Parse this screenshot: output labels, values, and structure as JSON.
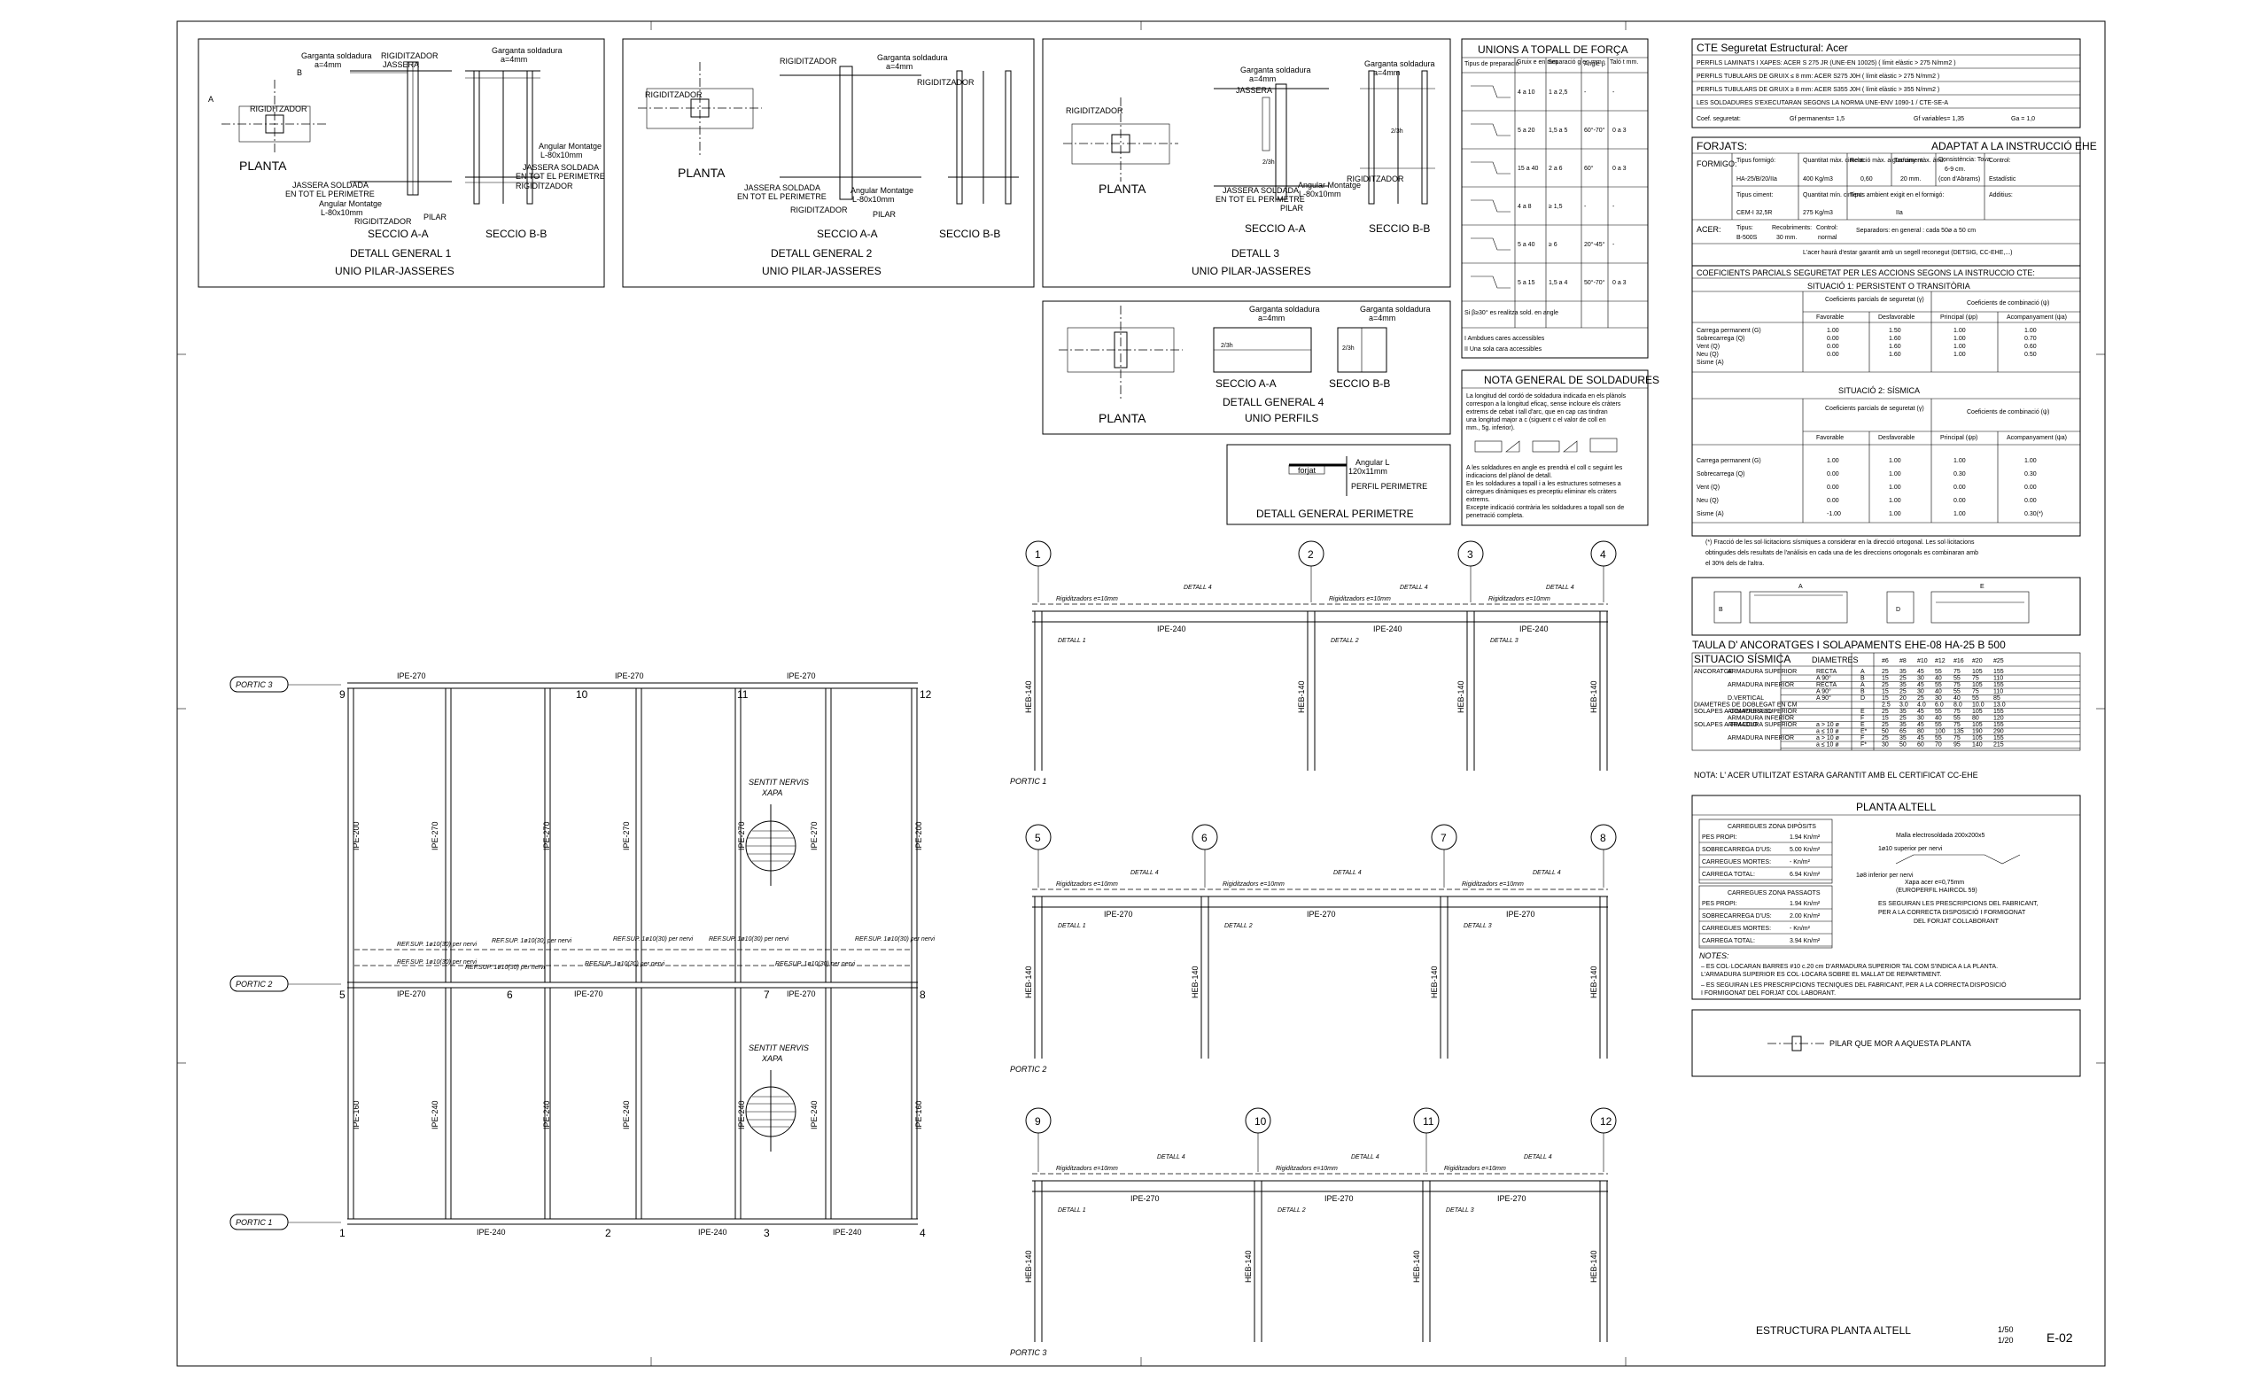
{
  "sheet": {
    "title": "ESTRUCTURA PLANTA ALTELL",
    "scale_1": "1/50",
    "scale_2": "1/20",
    "code": "E-02"
  },
  "details": {
    "d1": {
      "title": "DETALL GENERAL 1",
      "subtitle": "UNIO PILAR-JASSERES",
      "planta": "PLANTA",
      "sec_a": "SECCIO A-A",
      "sec_b": "SECCIO B-B",
      "notes": [
        "Garganta soldadura",
        "a=4mm",
        "RIGIDITZADOR",
        "JASSERA",
        "JASSERA SOLDADA",
        "EN TOT EL PERIMETRE",
        "Angular Montatge",
        "L-80x10mm",
        "PILAR"
      ]
    },
    "d2": {
      "title": "DETALL GENERAL 2",
      "subtitle": "UNIO PILAR-JASSERES",
      "planta": "PLANTA",
      "sec_a": "SECCIO A-A",
      "sec_b": "SECCIO B-B"
    },
    "d3": {
      "title": "DETALL 3",
      "subtitle": "UNIO PILAR-JASSERES",
      "planta": "PLANTA",
      "sec_a": "SECCIO A-A",
      "sec_b": "SECCIO B-B"
    },
    "d4": {
      "title": "DETALL GENERAL 4",
      "subtitle": "UNIO PERFILS",
      "planta": "PLANTA",
      "sec_a": "SECCIO A-A",
      "sec_b": "SECCIO B-B"
    },
    "perimetre": {
      "title": "DETALL GENERAL PERIMETRE",
      "forjat": "forjat",
      "angular": "Angular L",
      "angular_size": "120x11mm",
      "perfil": "PERFIL PERIMETRE"
    }
  },
  "unions": {
    "title": "UNIONS A TOPALL DE FORÇA",
    "headers": [
      "Tipus de preparació",
      "Gruix e en mm.",
      "Separació g en mm.",
      "Angle β",
      "Taló t mm."
    ],
    "rows": [
      [
        "",
        "4 a 10",
        "1 a 2,5",
        "-",
        "-"
      ],
      [
        "",
        "5 a 20",
        "1,5 a 5",
        "60°-70°",
        "0 a 3"
      ],
      [
        "",
        "15 a 40",
        "2 a 6",
        "60°",
        "0 a 3"
      ],
      [
        "",
        "4 a 8",
        "≥ 1,5",
        "-",
        "-"
      ],
      [
        "",
        "5 a 40",
        "≥ 6",
        "20°-45°",
        "-"
      ],
      [
        "",
        "5 a 15",
        "1,5 a 4",
        "50°-70°",
        "0 a 3"
      ]
    ],
    "foot1": "Si β≥30° es realitza sold. en angle",
    "foot2": "I Ambdues cares accessibles",
    "foot3": "II Una sola cara accessibles"
  },
  "nota_soldadures": {
    "title": "NOTA GENERAL DE SOLDADURES",
    "lines": [
      "La longitud del cordó de soldadura indicada en els plànols",
      "correspon a la longitud eficaç, sense incloure els cràters",
      "extrems de cebat i tall d'arc, que en cap cas tindran",
      "una longitud major a c (siguent c el valor de coll en",
      "mm., 5g. inferior).",
      "A les soldadures en angle es prendrà el coll c seguint les",
      "indicacions del plànol de detall.",
      "En les soldadures a topall i a les estructures sotmeses a",
      "càrregues dinàmiques es preceptiu eliminar els cràters",
      "extrems.",
      "Excepte indicació contrària les soldadures a topall son de",
      "penetració completa."
    ]
  },
  "cte": {
    "title": "CTE Seguretat Estructural: Acer",
    "lines": [
      "PERFILS LAMINATS I XAPES: ACER S 275 JR (UNE-EN 10025) ( límit elàstic > 275 N/mm2 )",
      "PERFILS TUBULARS DE GRUIX ≤ 8 mm: ACER S275 J0H ( límit elàstic > 275 N/mm2 )",
      "PERFILS TUBULARS DE GRUIX ≥ 8 mm: ACER S355 J0H ( límit elàstic > 355 N/mm2 )",
      "LES SOLDADURES S'EXECUTARAN SEGONS LA NORMA UNE-ENV 1090-1 / CTE-SE-A"
    ],
    "coef": [
      "Coef. seguretat:",
      "Gf permanents= 1,5",
      "Gf variables= 1,35",
      "Ga = 1,0"
    ]
  },
  "forjats": {
    "title": "FORJATS:",
    "title_right": "ADAPTAT A LA INSTRUCCIÓ EHE",
    "formigo_label": "FORMIGO:",
    "formigo_cells": [
      "Tipus formigó:",
      "HA-25/B/20/IIa",
      "Quantitat màx. ciment:",
      "400 Kg/m3",
      "Relació màx. aigua/ciment:",
      "0,60",
      "Tamany màx. àrid:",
      "20 mm.",
      "Consistència: Tova",
      "6-9 cm.",
      "(con d'Abrams)",
      "Control:",
      "Estadístic"
    ],
    "ciment_cells": [
      "Tipus ciment:",
      "CEM-I 32,5R",
      "Quantitat mín. ciment:",
      "275 Kg/m3",
      "Tipus ambient exigit en el formigó:",
      "IIa",
      "Additius:"
    ],
    "acer_label": "ACER:",
    "acer_cells": [
      "Tipus:",
      "B-500S",
      "Recobriments:",
      "30 mm.",
      "Control:",
      "normal",
      "Separadors: en general : cada 50ø a 50 cm"
    ],
    "acer_note": "L'acer haurà d'estar garantit amb un segell reconegut (DETSIG, CC-EHE,...)"
  },
  "coeficients": {
    "title": "COEFICIENTS PARCIALS SEGURETAT PER LES ACCIONS SEGONS LA INSTRUCCIO CTE:",
    "sit1": "SITUACIÓ 1: PERSISTENT O TRANSITÒRIA",
    "sit2": "SITUACIÓ 2: SÍSMICA",
    "h_parcials": "Coeficients parcials de seguretat (γ)",
    "h_comb": "Coeficients de combinació (ψ)",
    "h_fav": "Favorable",
    "h_desfav": "Desfavorable",
    "h_princ": "Principal (ψp)",
    "h_acomp": "Acompanyament (ψa)",
    "rows1": [
      [
        "Carrega permanent (G)",
        "1.00",
        "1.50",
        "1.00",
        "1.00"
      ],
      [
        "Sobrecarrega (Q)",
        "0.00",
        "1.60",
        "1.00",
        "0.70"
      ],
      [
        "Vent (Q)",
        "0.00",
        "1.60",
        "1.00",
        "0.60"
      ],
      [
        "Neu (Q)",
        "0.00",
        "1.60",
        "1.00",
        "0.50"
      ],
      [
        "Sisme (A)",
        "",
        "",
        "",
        ""
      ]
    ],
    "rows2": [
      [
        "Carrega permanent (G)",
        "1.00",
        "1.00",
        "1.00",
        "1.00"
      ],
      [
        "Sobrecarrega (Q)",
        "0.00",
        "1.00",
        "0.30",
        "0.30"
      ],
      [
        "Vent (Q)",
        "0.00",
        "1.00",
        "0.00",
        "0.00"
      ],
      [
        "Neu (Q)",
        "0.00",
        "1.00",
        "0.00",
        "0.00"
      ],
      [
        "Sisme (A)",
        "-1.00",
        "1.00",
        "1.00",
        "0.30(*)"
      ]
    ],
    "footnote": [
      "(*) Fracció de les sol·licitacions sísmiques a considerar en la direcció ortogonal. Les sol·licitacions",
      "obtingudes dels resultats de l'anàlisis en cada una de les direccions ortogonals es combinaran amb",
      "el 30% dels de l'altra."
    ]
  },
  "ancoratges": {
    "title": "TAULA D' ANCORATGES I SOLAPAMENTS EHE-08    HA-25    B 500",
    "sit": "SITUACIO SÍSMICA",
    "diam_label": "DIAMETRES",
    "diams": [
      "#6",
      "#8",
      "#10",
      "#12",
      "#16",
      "#20",
      "#25"
    ],
    "rows": [
      [
        "ANCORATGE",
        "ARMADURA SUPERIOR",
        "RECTA",
        "A",
        "25",
        "35",
        "45",
        "55",
        "75",
        "105",
        "155"
      ],
      [
        "",
        "",
        "A 90°",
        "B",
        "15",
        "25",
        "30",
        "40",
        "55",
        "75",
        "110"
      ],
      [
        "",
        "ARMADURA INFERIOR",
        "RECTA",
        "A",
        "25",
        "35",
        "45",
        "55",
        "75",
        "105",
        "155"
      ],
      [
        "",
        "",
        "A 90°",
        "B",
        "15",
        "25",
        "30",
        "40",
        "55",
        "75",
        "110"
      ],
      [
        "",
        "D.VERTICAL",
        "A 90°",
        "D",
        "15",
        "20",
        "25",
        "30",
        "40",
        "55",
        "85"
      ],
      [
        "DIAMETRES DE DOBLEGAT EN CM",
        "",
        "",
        "",
        "2.5",
        "3.0",
        "4.0",
        "6.0",
        "8.0",
        "10.0",
        "13.0"
      ],
      [
        "SOLAPES A COMPRESSIO",
        "ARMADURA SUPERIOR",
        "",
        "E",
        "25",
        "35",
        "45",
        "55",
        "75",
        "105",
        "155"
      ],
      [
        "",
        "ARMADURA INFERIOR",
        "",
        "F",
        "15",
        "25",
        "30",
        "40",
        "55",
        "80",
        "120"
      ],
      [
        "SOLAPES A TRACCIO",
        "ARMADURA SUPERIOR",
        "a > 10 ø",
        "E",
        "25",
        "35",
        "45",
        "55",
        "75",
        "105",
        "155"
      ],
      [
        "",
        "",
        "a ≤ 10 ø",
        "E*",
        "50",
        "65",
        "80",
        "100",
        "135",
        "190",
        "290"
      ],
      [
        "",
        "ARMADURA INFERIOR",
        "a > 10 ø",
        "F",
        "25",
        "35",
        "45",
        "55",
        "75",
        "105",
        "155"
      ],
      [
        "",
        "",
        "a ≤ 10 ø",
        "F*",
        "30",
        "50",
        "60",
        "70",
        "95",
        "140",
        "215"
      ]
    ],
    "nota": "NOTA: L' ACER UTILITZAT ESTARA GARANTIT AMB EL CERTIFICAT CC-EHE"
  },
  "planta_altell": {
    "title": "PLANTA ALTELL",
    "diposits_title": "CARREGUES ZONA DIPÒSITS",
    "diposits": [
      [
        "PES PROPI:",
        "1.94 Kn/m²"
      ],
      [
        "SOBRECARREGA D'US:",
        "5.00 Kn/m²"
      ],
      [
        "CARREGUES MORTES:",
        "- Kn/m²"
      ],
      [
        "CARREGA TOTAL:",
        "6.94 Kn/m²"
      ]
    ],
    "passaots_title": "CARREGUES ZONA PASSAOTS",
    "passaots": [
      [
        "PES PROPI:",
        "1.94 Kn/m²"
      ],
      [
        "SOBRECARREGA D'US:",
        "2.00 Kn/m²"
      ],
      [
        "CARREGUES MORTES:",
        "- Kn/m²"
      ],
      [
        "CARREGA TOTAL:",
        "3.94 Kn/m²"
      ]
    ],
    "malla": "Malla electrosoldada 200x200x5",
    "armat_sup": "1ø10 superior per nervi",
    "armat_inf": "1ø8 inferior per nervi",
    "xapa": "Xapa acer e=0,75mm",
    "europerfil": "(EUROPERFIL HAIRCOL 59)",
    "seguiran": [
      "ES SEGUIRAN LES PRESCRIPCIONS DEL FABRICANT,",
      "PER A LA CORRECTA DISPOSICIÓ I FORMIGONAT",
      "DEL FORJAT COLLABORANT"
    ],
    "notes_title": "NOTES:",
    "notes": [
      "– ES COL·LOCARAN BARRES #10 c.20 cm D'ARMADURA SUPERIOR TAL COM S'INDICA A LA PLANTA.",
      "  L'ARMADURA SUPERIOR ES COL·LOCARA SOBRE EL MALLAT DE REPARTIMENT.",
      "– ES SEGUIRAN LES PRESCRIPCIONS TECNIQUES DEL FABRICANT, PER A LA CORRECTA DISPOSICIÓ",
      "  I FORMIGONAT DEL FORJAT COL·LABORANT."
    ]
  },
  "legend": {
    "pilar": "PILAR QUE MOR A AQUESTA PLANTA"
  },
  "plan": {
    "portics": [
      "PORTIC 3",
      "PORTIC 2",
      "PORTIC 1"
    ],
    "top_beams": [
      "IPE-270",
      "IPE-270",
      "IPE-270"
    ],
    "mid_beams": [
      "IPE-270",
      "IPE-270",
      "IPE-270"
    ],
    "bot_beams": [
      "IPE-240",
      "IPE-240",
      "IPE-240"
    ],
    "upper_cols": [
      "IPE-200",
      "IPE-270",
      "IPE-270",
      "IPE-270",
      "IPE-270",
      "IPE-270",
      "IPE-200"
    ],
    "lower_cols": [
      "IPE-160",
      "IPE-240",
      "IPE-240",
      "IPE-240",
      "IPE-240",
      "IPE-240",
      "IPE-160"
    ],
    "nodes": [
      "9",
      "10",
      "11",
      "12",
      "5",
      "6",
      "7",
      "8",
      "1",
      "2",
      "3",
      "4"
    ],
    "sentit": "SENTIT NERVIS",
    "xapa": "XAPA",
    "ref1": "REF.SUP. 1ø10(30) per nervi",
    "ref2": "REF.SUP. 1ø10(30) per nervi"
  },
  "elevations": {
    "rigid": "Rigiditzadors e=10mm",
    "col_label": "HEB-140",
    "e1": {
      "label": "PORTIC 1",
      "axes": [
        "1",
        "2",
        "3",
        "4"
      ],
      "beams": [
        "IPE-240",
        "IPE-240",
        "IPE-240"
      ]
    },
    "e2": {
      "label": "PORTIC 2",
      "axes": [
        "5",
        "6",
        "7",
        "8"
      ],
      "beams": [
        "IPE-270",
        "IPE-270",
        "IPE-270"
      ]
    },
    "e3": {
      "label": "PORTIC 3",
      "axes": [
        "9",
        "10",
        "11",
        "12"
      ],
      "beams": [
        "IPE-270",
        "IPE-270",
        "IPE-270"
      ]
    },
    "detalls": [
      "DETALL 1",
      "DETALL 2",
      "DETALL 3",
      "DETALL 4"
    ]
  }
}
